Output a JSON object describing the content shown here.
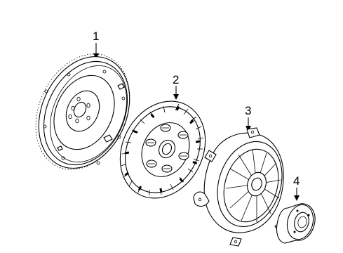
{
  "callouts": {
    "c1": "1",
    "c2": "2",
    "c3": "3",
    "c4": "4"
  },
  "parts": [
    {
      "callout": "1",
      "icon": "flywheel-icon"
    },
    {
      "callout": "2",
      "icon": "clutch-disc-icon"
    },
    {
      "callout": "3",
      "icon": "pressure-plate-icon"
    },
    {
      "callout": "4",
      "icon": "release-bearing-icon"
    }
  ],
  "colors": {
    "line": "#000000",
    "background": "#ffffff"
  }
}
